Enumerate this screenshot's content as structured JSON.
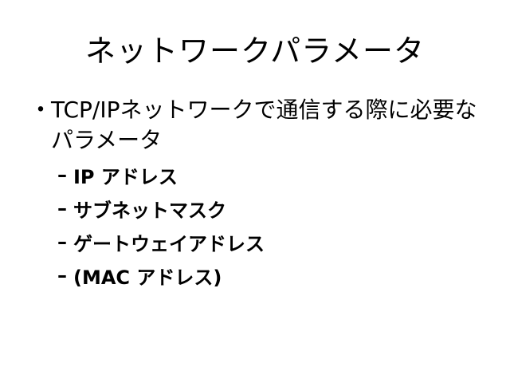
{
  "slide": {
    "title": "ネットワークパラメータ",
    "bullet": {
      "mark": "・",
      "text": "TCP/IPネットワークで通信する際に必要なパラメータ"
    },
    "sub_bullets": [
      {
        "dash": "–",
        "text": "IP アドレス"
      },
      {
        "dash": "–",
        "text": "サブネットマスク"
      },
      {
        "dash": "–",
        "text": "ゲートウェイアドレス"
      },
      {
        "dash": "–",
        "text": "(MAC アドレス)"
      }
    ]
  }
}
